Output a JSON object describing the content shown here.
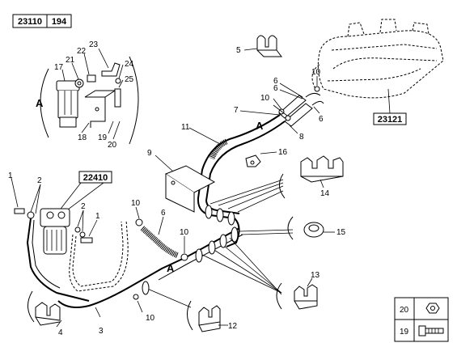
{
  "header": {
    "ref_a": "23110",
    "ref_b": "194"
  },
  "refs": {
    "filter_assembly": "22410",
    "tank_assembly": "23121"
  },
  "view_markers": {
    "a": "A"
  },
  "callouts": {
    "c1": "1",
    "c1b": "1",
    "c2": "2",
    "c2b": "2",
    "c3": "3",
    "c4": "4",
    "c5": "5",
    "c6": "6",
    "c6b": "6",
    "c6c": "6",
    "c7": "7",
    "c8": "8",
    "c9": "9",
    "c10a": "10",
    "c10b": "10",
    "c10c": "10",
    "c10d": "10",
    "c10e": "10",
    "c11": "11",
    "c12": "12",
    "c13": "13",
    "c14": "14",
    "c15": "15",
    "c16": "16",
    "c17": "17",
    "c18": "18",
    "c19": "19",
    "c20": "20",
    "c21": "21",
    "c22": "22",
    "c23": "23",
    "c24": "24",
    "c25": "25"
  },
  "legend": {
    "rows": [
      {
        "number": "20",
        "icon": "nut-icon"
      },
      {
        "number": "19",
        "icon": "bolt-icon"
      }
    ]
  }
}
